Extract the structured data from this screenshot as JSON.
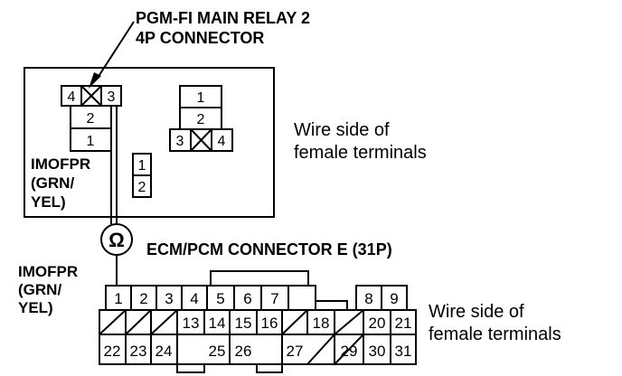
{
  "header": {
    "line1": "PGM-FI MAIN RELAY 2",
    "line2": "4P CONNECTOR"
  },
  "relay_box": {
    "connector_left": {
      "top_row": [
        "4",
        "",
        "3"
      ],
      "mid": "2",
      "bottom": "1"
    },
    "connector_right": {
      "top": "1",
      "mid": "2",
      "bottom_row": [
        "3",
        "",
        "4"
      ]
    },
    "small_connector": [
      "1",
      "2"
    ],
    "wire_label": [
      "IMOFPR",
      "(GRN/",
      "YEL)"
    ]
  },
  "wire_side_note_1": [
    "Wire side of",
    "female terminals"
  ],
  "ohmmeter_symbol": "Ω",
  "ecm": {
    "title": "ECM/PCM CONNECTOR E (31P)",
    "wire_label": [
      "IMOFPR",
      "(GRN/",
      "YEL)"
    ],
    "row1": [
      "1",
      "2",
      "3",
      "4",
      "5",
      "6",
      "7",
      "8",
      "9"
    ],
    "row2": [
      "13",
      "14",
      "15",
      "16",
      "18",
      "20",
      "21"
    ],
    "row3": [
      "22",
      "23",
      "24",
      "25",
      "26",
      "27",
      "29",
      "30",
      "31"
    ]
  },
  "wire_side_note_2": [
    "Wire side of",
    "female terminals"
  ]
}
